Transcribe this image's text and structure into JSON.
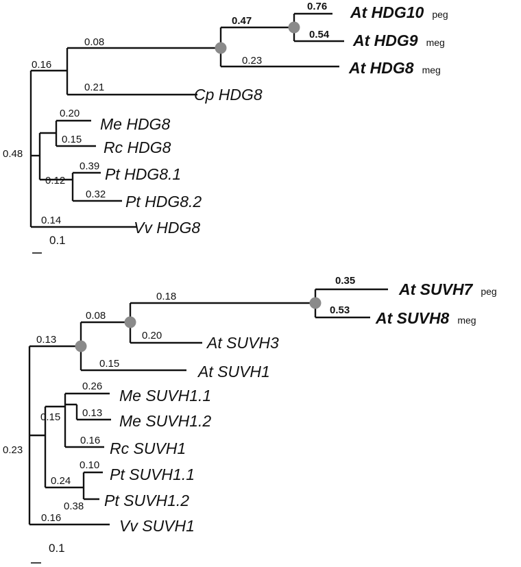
{
  "trees": [
    {
      "id": "hdg",
      "scale_label": "0.1",
      "taxa": [
        {
          "key": "hdg10",
          "label": "At HDG10",
          "tag": "peg",
          "bold": true
        },
        {
          "key": "hdg9",
          "label": "At HDG9",
          "tag": "meg",
          "bold": true
        },
        {
          "key": "hdg8",
          "label": "At HDG8",
          "tag": "meg",
          "bold": true
        },
        {
          "key": "cp",
          "label": "Cp HDG8",
          "tag": "",
          "bold": false
        },
        {
          "key": "me",
          "label": "Me HDG8",
          "tag": "",
          "bold": false
        },
        {
          "key": "rc",
          "label": "Rc HDG8",
          "tag": "",
          "bold": false
        },
        {
          "key": "pt1",
          "label": "Pt HDG8.1",
          "tag": "",
          "bold": false
        },
        {
          "key": "pt2",
          "label": "Pt HDG8.2",
          "tag": "",
          "bold": false
        },
        {
          "key": "vv",
          "label": "Vv HDG8",
          "tag": "",
          "bold": false
        }
      ],
      "branch_lengths": [
        {
          "key": "hdg10",
          "value": "0.76",
          "bold": true
        },
        {
          "key": "hdg9",
          "value": "0.54",
          "bold": true
        },
        {
          "key": "hdg_clade",
          "value": "0.47",
          "bold": true
        },
        {
          "key": "hdg8",
          "value": "0.23",
          "bold": false
        },
        {
          "key": "at_clade",
          "value": "0.08",
          "bold": false
        },
        {
          "key": "cp",
          "value": "0.21",
          "bold": false
        },
        {
          "key": "outer_clade",
          "value": "0.16",
          "bold": false
        },
        {
          "key": "me",
          "value": "0.20",
          "bold": false
        },
        {
          "key": "rc",
          "value": "0.15",
          "bold": false
        },
        {
          "key": "pt1",
          "value": "0.39",
          "bold": false
        },
        {
          "key": "pt_clade",
          "value": "0.12",
          "bold": false
        },
        {
          "key": "pt2",
          "value": "0.32",
          "bold": false
        },
        {
          "key": "root",
          "value": "0.48",
          "bold": false
        },
        {
          "key": "vv",
          "value": "0.14",
          "bold": false
        }
      ]
    },
    {
      "id": "suvh",
      "scale_label": "0.1",
      "taxa": [
        {
          "key": "suvh7",
          "label": "At SUVH7",
          "tag": "peg",
          "bold": true
        },
        {
          "key": "suvh8",
          "label": "At SUVH8",
          "tag": "meg",
          "bold": true
        },
        {
          "key": "suvh3",
          "label": "At SUVH3",
          "tag": "",
          "bold": false
        },
        {
          "key": "suvh1",
          "label": "At SUVH1",
          "tag": "",
          "bold": false
        },
        {
          "key": "me1",
          "label": "Me SUVH1.1",
          "tag": "",
          "bold": false
        },
        {
          "key": "me2",
          "label": "Me SUVH1.2",
          "tag": "",
          "bold": false
        },
        {
          "key": "rc",
          "label": "Rc SUVH1",
          "tag": "",
          "bold": false
        },
        {
          "key": "pt1",
          "label": "Pt SUVH1.1",
          "tag": "",
          "bold": false
        },
        {
          "key": "pt2",
          "label": "Pt SUVH1.2",
          "tag": "",
          "bold": false
        },
        {
          "key": "vv",
          "label": "Vv SUVH1",
          "tag": "",
          "bold": false
        }
      ],
      "branch_lengths": [
        {
          "key": "suvh7",
          "value": "0.35",
          "bold": true
        },
        {
          "key": "suvh8",
          "value": "0.53",
          "bold": true
        },
        {
          "key": "suvh78_clade",
          "value": "0.18",
          "bold": false
        },
        {
          "key": "suvh3_clade",
          "value": "0.08",
          "bold": false
        },
        {
          "key": "suvh3",
          "value": "0.20",
          "bold": false
        },
        {
          "key": "at_clade",
          "value": "0.13",
          "bold": false
        },
        {
          "key": "suvh1",
          "value": "0.15",
          "bold": false
        },
        {
          "key": "me1",
          "value": "0.26",
          "bold": false
        },
        {
          "key": "me2",
          "value": "0.13",
          "bold": false
        },
        {
          "key": "euph_clade",
          "value": "0.15",
          "bold": false
        },
        {
          "key": "rc",
          "value": "0.16",
          "bold": false
        },
        {
          "key": "pt1",
          "value": "0.10",
          "bold": false
        },
        {
          "key": "pt_clade",
          "value": "0.24",
          "bold": false
        },
        {
          "key": "pt2",
          "value": "0.38",
          "bold": false
        },
        {
          "key": "root",
          "value": "0.23",
          "bold": false
        },
        {
          "key": "vv",
          "value": "0.16",
          "bold": false
        }
      ]
    }
  ]
}
